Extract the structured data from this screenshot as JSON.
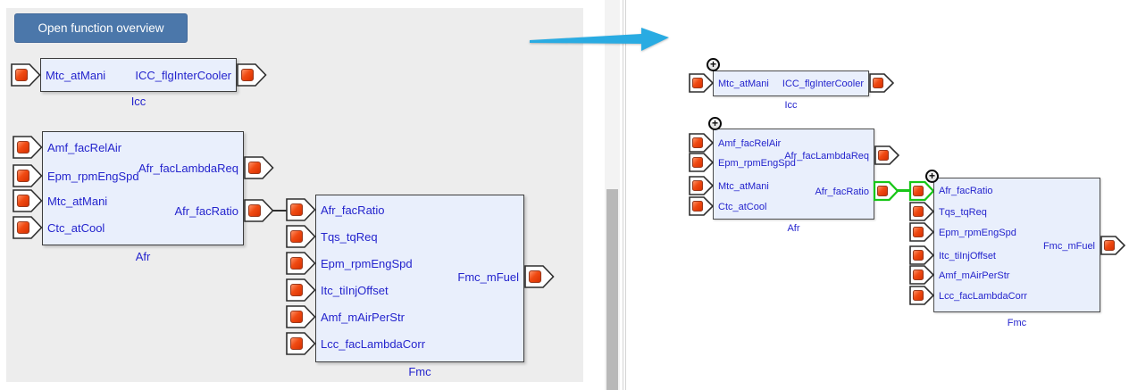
{
  "toolbar": {
    "open_function_overview": "Open function overview"
  },
  "blocks": {
    "icc": {
      "name": "Icc",
      "inputs": [
        "Mtc_atMani"
      ],
      "outputs": [
        "ICC_flgInterCooler"
      ]
    },
    "afr": {
      "name": "Afr",
      "inputs": [
        "Amf_facRelAir",
        "Epm_rpmEngSpd",
        "Mtc_atMani",
        "Ctc_atCool"
      ],
      "outputs": [
        "Afr_facLambdaReq",
        "Afr_facRatio"
      ]
    },
    "fmc": {
      "name": "Fmc",
      "inputs": [
        "Afr_facRatio",
        "Tqs_tqReq",
        "Epm_rpmEngSpd",
        "Itc_tiInjOffset",
        "Amf_mAirPerStr",
        "Lcc_facLambdaCorr"
      ],
      "outputs": [
        "Fmc_mFuel"
      ]
    }
  },
  "connections": {
    "left": {
      "from": "Afr.Afr_facRatio",
      "to": "Fmc.Afr_facRatio",
      "highlighted": false
    },
    "right": {
      "from": "Afr.Afr_facRatio",
      "to": "Fmc.Afr_facRatio",
      "highlighted": true
    }
  },
  "icons": {
    "expand_plus": "+"
  },
  "colors": {
    "button_blue": "#4b77aa",
    "arrow_blue": "#29abe2",
    "highlight_green": "#17c617",
    "port_red": "#ee4413",
    "block_fill": "#e9effc",
    "label_blue": "#2424cd",
    "panel_gray": "#ededed"
  }
}
